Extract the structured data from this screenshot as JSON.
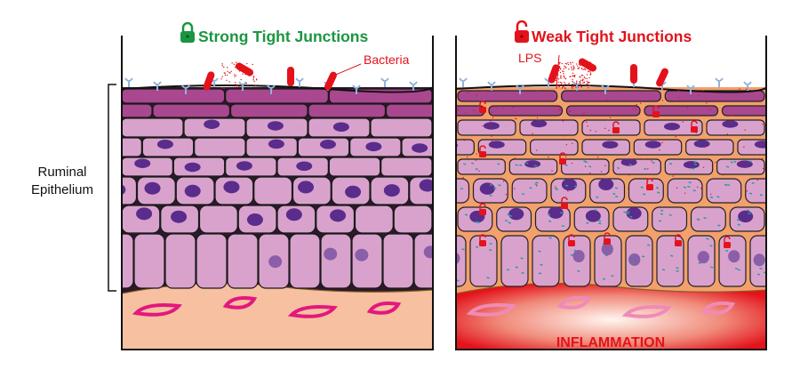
{
  "left_panel": {
    "title": "Strong Tight Junctions",
    "lock_icon": "lock-closed-icon",
    "bacteria_label": "Bacteria",
    "title_color": "#1a9640"
  },
  "right_panel": {
    "title": "Weak Tight Junctions",
    "lock_icon": "lock-open-icon",
    "lps_label": "LPS",
    "footer": "INFLAMMATION",
    "title_color": "#e3121b"
  },
  "side_label": {
    "line1": "Ruminal",
    "line2": "Epithelium"
  },
  "colors": {
    "top_layer": "#a9478f",
    "cell": "#d9a2cd",
    "nucleus": "#5a2c8c",
    "interstitial": "#f2a06c",
    "connective": "#f7c0a0",
    "vessel": "#e2187f",
    "receptor": "#8fb4dc",
    "bacteria": "#e3121b",
    "teal": "#2a9d9a"
  }
}
